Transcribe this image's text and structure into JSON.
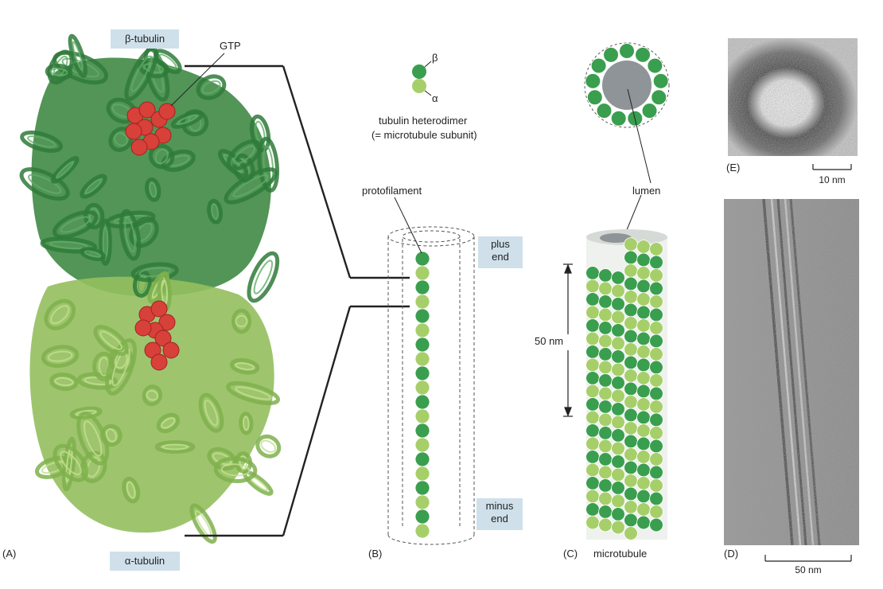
{
  "panels": {
    "a": "(A)",
    "b": "(B)",
    "c": "(C)",
    "d": "(D)",
    "e": "(E)"
  },
  "labels": {
    "beta_tubulin": "β-tubulin",
    "alpha_tubulin": "α-tubulin",
    "gtp": "GTP",
    "beta": "β",
    "alpha": "α",
    "heterodimer_line1": "tubulin heterodimer",
    "heterodimer_line2": "(= microtubule subunit)",
    "protofilament": "protofilament",
    "plus_end_1": "plus",
    "plus_end_2": "end",
    "minus_end_1": "minus",
    "minus_end_2": "end",
    "lumen": "lumen",
    "length_50nm": "50 nm",
    "microtubule": "microtubule",
    "scale_10nm": "10 nm",
    "scale_50nm": "50 nm"
  },
  "colors": {
    "beta_green": "#3a9e4f",
    "alpha_green": "#a6cf6a",
    "protein_dark": "#3f8a44",
    "protein_light": "#93bf5e",
    "gtp_red": "#d8403a",
    "label_box": "#cfe0ea",
    "lumen_gray": "#8f9499"
  },
  "icons": {
    "em_micrograph": "electron-micrograph",
    "ribbon_structure": "protein-ribbon"
  }
}
